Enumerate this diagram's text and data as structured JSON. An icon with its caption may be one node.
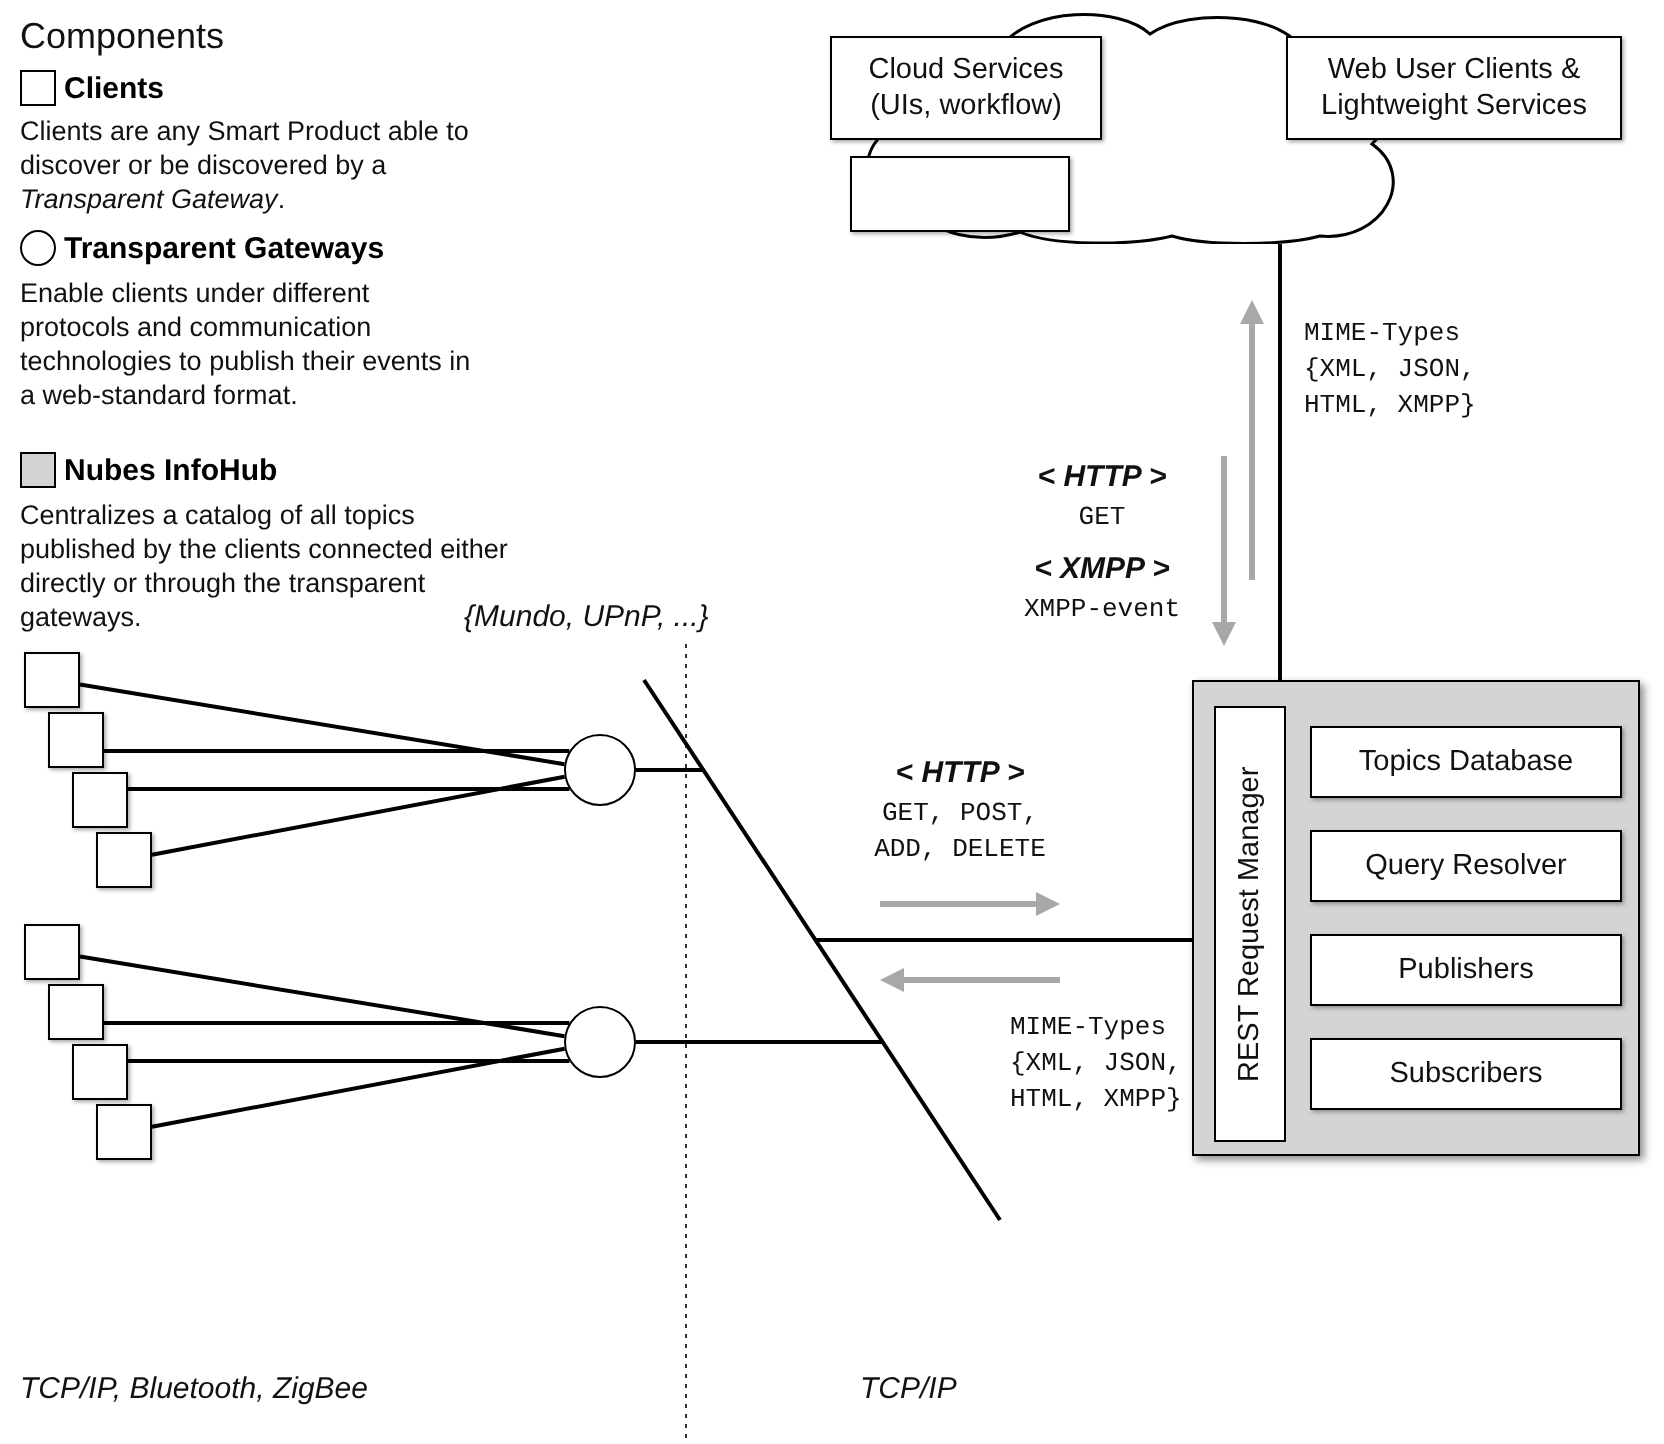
{
  "diagram": {
    "nodes": [
      {
        "text": [],
        "shape": "box"
      },
      {
        "text": [],
        "shape": "box"
      },
      {
        "text": [],
        "shape": "box"
      },
      {
        "text": [],
        "shape": "box"
      },
      {
        "text": [],
        "shape": "box"
      },
      {
        "text": [],
        "shape": "box"
      },
      {
        "text": [],
        "shape": "box"
      },
      {
        "text": [],
        "shape": "box"
      },
      {
        "text": [],
        "shape": "circle"
      },
      {
        "text": [],
        "shape": "circle"
      },
      {
        "text": [],
        "shape": "bar"
      },
      {
        "text": [],
        "shape": "box"
      },
      {
        "text": [
          "REST Request Manager"
        ],
        "in": 11
      },
      {
        "text": [
          "Topics Database"
        ],
        "in": 11
      },
      {
        "text": [
          "Query Resolver"
        ],
        "in": 11
      },
      {
        "text": [
          "Publishers"
        ],
        "in": 11
      },
      {
        "text": [
          "Subscribers"
        ],
        "in": 11
      },
      {
        "text": [],
        "shape": "cloud"
      },
      {
        "text": [
          "Cloud Services (UIs, workflow)"
        ]
      },
      {
        "text": [
          "Web User Clients & Lightweight Services"
        ]
      },
      {
        "text": [],
        "shape": "box"
      }
    ],
    "edges": [
      {
        "from": 0,
        "to": 8,
        "arrow": "none"
      },
      {
        "from": 1,
        "to": 8,
        "arrow": "none"
      },
      {
        "from": 2,
        "to": 8,
        "arrow": "none"
      },
      {
        "from": 3,
        "to": 8,
        "arrow": "none"
      },
      {
        "from": 4,
        "to": 9,
        "arrow": "none"
      },
      {
        "from": 5,
        "to": 9,
        "arrow": "none"
      },
      {
        "from": 6,
        "to": 9,
        "arrow": "none"
      },
      {
        "from": 7,
        "to": 9,
        "arrow": "none"
      },
      {
        "from": 8,
        "to": 10,
        "arrow": "none"
      },
      {
        "from": 9,
        "to": 10,
        "arrow": "none"
      },
      {
        "from": 10,
        "to": 11,
        "arrow": "none"
      },
      {
        "from": 11,
        "to": 17,
        "arrow": "none"
      }
    ],
    "labels": [
      "Components",
      "Clients are any Smart Product able to discover or be discovered by a *Transparent Gateway*.",
      "Enable clients under different protocols and communication technologies to publish their events in a web-standard format.",
      "Centralizes a catalog of all topics published by the clients connected either directly or through the transparent gateways.",
      "< HTTP >",
      "GET",
      "< XMPP >",
      "XMPP-event",
      "MIME-Types {XML, JSON, HTML, XMPP}",
      "{Mundo, UPnP, ...}",
      "< HTTP >",
      "GET, POST, ADD, DELETE",
      "MIME-Types {XML, JSON, HTML, XMPP}",
      "TCP/IP, Bluetooth, ZigBee",
      "TCP/IP"
    ],
    "legend": [
      {
        "text": "Clients"
      },
      {
        "text": "Transparent Gateways"
      },
      {
        "text": "Nubes InfoHub",
        "color": "#d4d4d4"
      }
    ]
  }
}
